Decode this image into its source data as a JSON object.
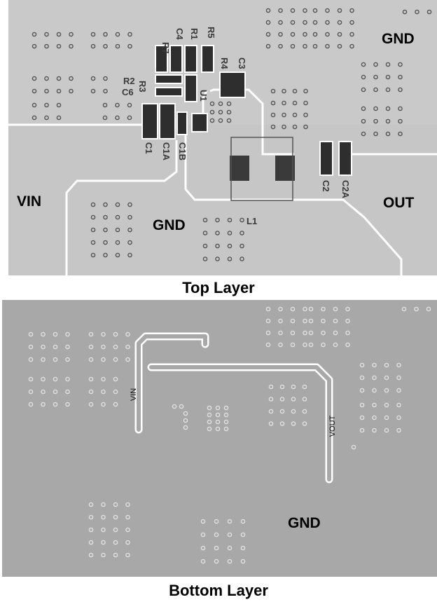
{
  "top_layer": {
    "caption": "Top Layer",
    "nets": {
      "gnd_top": "GND",
      "vin": "VIN",
      "gnd_mid": "GND",
      "out": "OUT"
    },
    "components": {
      "r7": "R7",
      "c4": "C4",
      "r1": "R1",
      "r5": "R5",
      "r4": "R4",
      "c3": "C3",
      "r2": "R2",
      "c6": "C6",
      "r3": "R3",
      "u1": "U1",
      "c1": "C1",
      "c1a": "C1A",
      "c1b": "C1B",
      "l1": "L1",
      "c2": "C2",
      "c2a": "C2A"
    }
  },
  "bottom_layer": {
    "caption": "Bottom Layer",
    "nets": {
      "gnd": "GND"
    },
    "trace_labels": {
      "vin": "VIN",
      "vout": "VOUT"
    }
  },
  "colors": {
    "top_copper": "#c3c3c3",
    "top_board": "#d8d8d8",
    "bottom_copper": "#a6a6a6",
    "pad": "#2e2e2e",
    "trace_outline": "#ffffff"
  }
}
